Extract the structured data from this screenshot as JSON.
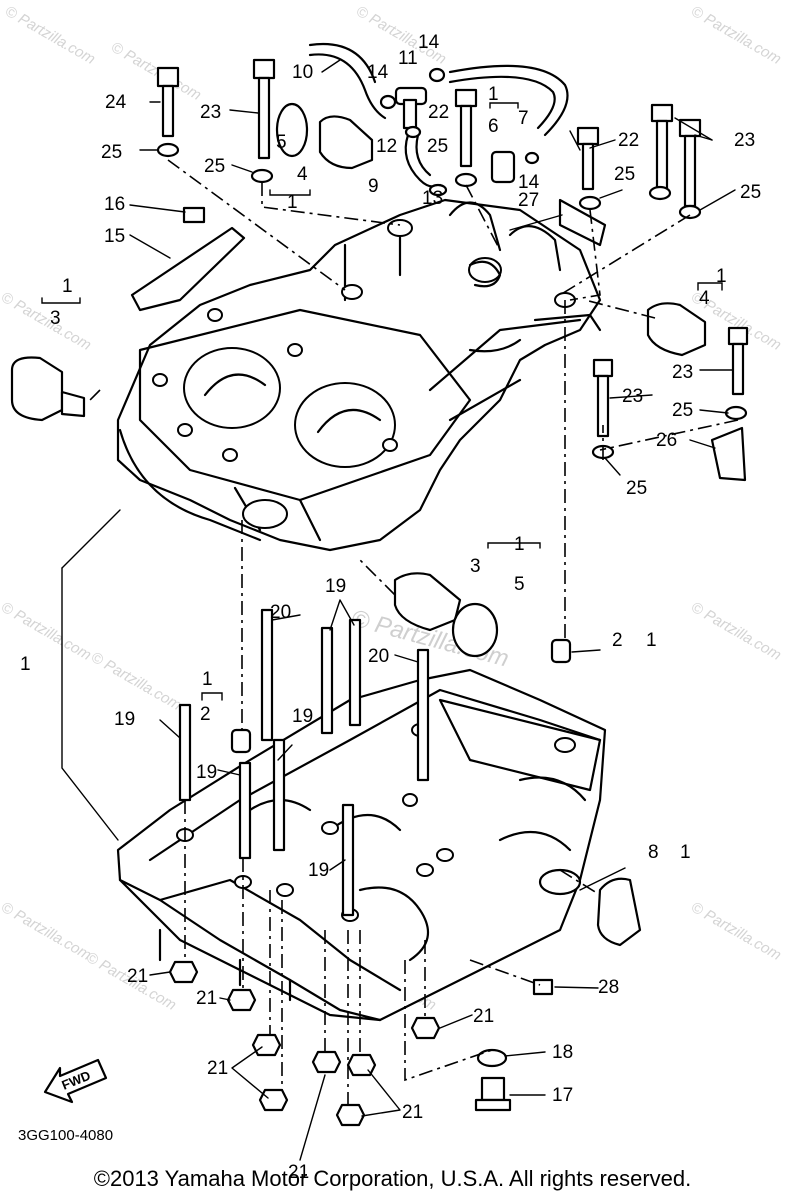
{
  "diagram": {
    "part_code": "3GG100-4080",
    "direction_label": "FWD",
    "watermark": "© Partzilla.com",
    "overlay_text": "© Partzilla.com",
    "callouts": [
      "1",
      "2",
      "3",
      "4",
      "5",
      "6",
      "7",
      "8",
      "9",
      "10",
      "11",
      "12",
      "13",
      "14",
      "15",
      "16",
      "17",
      "18",
      "19",
      "20",
      "21",
      "22",
      "23",
      "24",
      "25",
      "26",
      "27",
      "28"
    ]
  },
  "footer": {
    "copyright": "©2013 Yamaha Motor Corporation, U.S.A. All rights reserved."
  }
}
